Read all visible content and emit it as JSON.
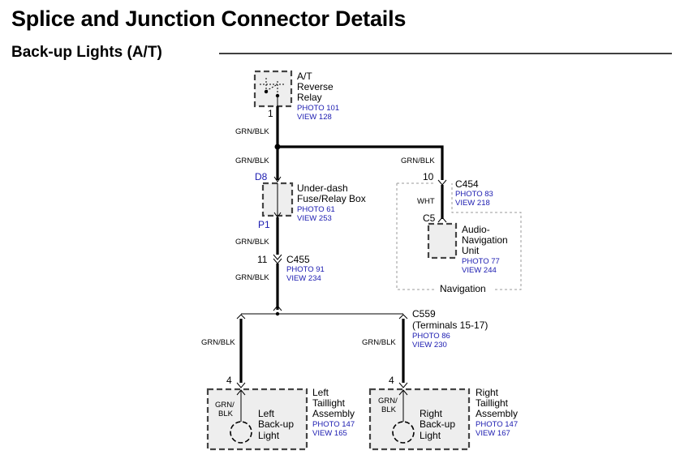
{
  "title": "Splice and Junction Connector Details",
  "section": "Back-up Lights (A/T)",
  "relay": {
    "name_lines": [
      "A/T",
      "Reverse",
      "Relay"
    ],
    "photo": "PHOTO 101",
    "view": "VIEW 128",
    "pin": "1"
  },
  "wires": {
    "relay_to_splice": "GRN/BLK",
    "splice_to_fuse": "GRN/BLK",
    "splice_to_nav": "GRN/BLK",
    "fuse_to_c455": "GRN/BLK",
    "c455_to_bus": "GRN/BLK",
    "left_branch": "GRN/BLK",
    "right_branch": "GRN/BLK",
    "nav_internal": "WHT"
  },
  "fuse_box": {
    "name_lines": [
      "Under-dash",
      "Fuse/Relay Box"
    ],
    "photo": "PHOTO 61",
    "view": "VIEW 253",
    "pin_top": "D8",
    "pin_bottom": "P1"
  },
  "c455": {
    "name": "C455",
    "photo": "PHOTO 91",
    "view": "VIEW 234",
    "pin": "11"
  },
  "c454": {
    "name": "C454",
    "photo": "PHOTO 83",
    "view": "VIEW 218",
    "pin": "10"
  },
  "nav_unit": {
    "pin": "C5",
    "name_lines": [
      "Audio-",
      "Navigation",
      "Unit"
    ],
    "photo": "PHOTO 77",
    "view": "VIEW 244",
    "area_label": "Navigation"
  },
  "c559": {
    "name": "C559",
    "terminals": "(Terminals 15-17)",
    "photo": "PHOTO 86",
    "view": "VIEW 230"
  },
  "left_taillight": {
    "pin": "4",
    "name_lines": [
      "Left",
      "Taillight",
      "Assembly"
    ],
    "photo": "PHOTO 147",
    "view": "VIEW 165",
    "inner_wire": [
      "GRN/",
      "BLK"
    ],
    "bulb_lines": [
      "Left",
      "Back-up",
      "Light"
    ]
  },
  "right_taillight": {
    "pin": "4",
    "name_lines": [
      "Right",
      "Taillight",
      "Assembly"
    ],
    "photo": "PHOTO 147",
    "view": "VIEW 167",
    "inner_wire": [
      "GRN/",
      "BLK"
    ],
    "bulb_lines": [
      "Right",
      "Back-up",
      "Light"
    ]
  }
}
